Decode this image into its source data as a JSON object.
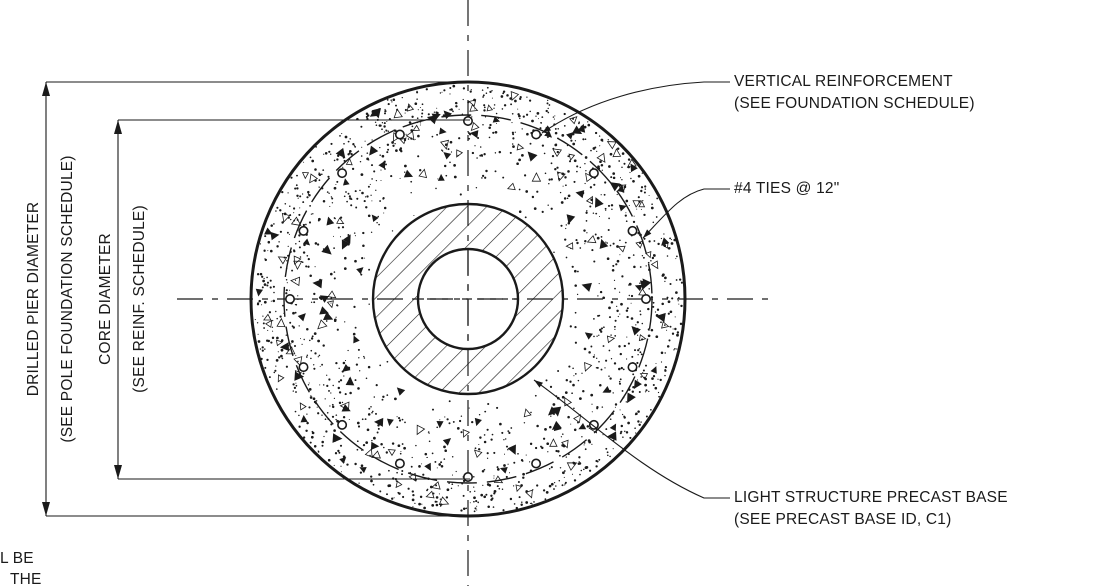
{
  "labels": {
    "vertical_reinf_1": "VERTICAL REINFORCEMENT",
    "vertical_reinf_2": "(SEE FOUNDATION SCHEDULE)",
    "ties": "#4 TIES @ 12\"",
    "precast_1": "LIGHT STRUCTURE PRECAST BASE",
    "precast_2": "(SEE PRECAST BASE ID, C1)",
    "pier_1": "DRILLED PIER DIAMETER",
    "pier_2": "(SEE POLE FOUNDATION SCHEDULE)",
    "core_1": "CORE DIAMETER",
    "core_2": "(SEE REINF. SCHEDULE)",
    "fragment_1": "L BE",
    "fragment_2": "THE"
  },
  "drawing": {
    "rebar_count": 16,
    "line_color": "#1a1a1a"
  }
}
